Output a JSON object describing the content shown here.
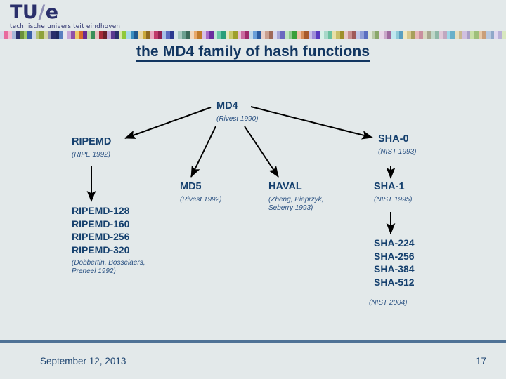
{
  "slide": {
    "background_color": "#e3e9ea",
    "accent_color": "#15406e"
  },
  "logo": {
    "mark_left": "TU",
    "mark_slash": "/",
    "mark_right": "e",
    "subtitle": "technische universiteit eindhoven",
    "color": "#2a2f6b"
  },
  "color_bar": {
    "colors": [
      "#d8d8e8",
      "#e86a9e",
      "#f3bcd2",
      "#a8b8d8",
      "#2a2f6b",
      "#6a8f3a",
      "#9fc96a",
      "#3a5fa8",
      "#cfd8e8",
      "#b7c47a",
      "#8fa23a",
      "#d5d5a8",
      "#8f8fb5",
      "#2a2f6b",
      "#1f2a5e",
      "#5a7fc0",
      "#e8e8f0",
      "#c9a8d8",
      "#8f4fa8",
      "#efc96a",
      "#d86a2a",
      "#6a2a8f",
      "#c0d8a8",
      "#3a8f5a",
      "#e8c0c0",
      "#a82a3a",
      "#6a1f2a",
      "#c0a8d8",
      "#5a3a8f",
      "#2a2f6b",
      "#d8e8a8",
      "#8fc93a",
      "#a8d8e8",
      "#3a8fc0",
      "#1f5a8f",
      "#e8d8a8",
      "#c9a83a",
      "#8f6a1f",
      "#e8a8c0",
      "#c03a6a",
      "#8f1f4f",
      "#a8c0e8",
      "#5a6ac0",
      "#2a3a8f",
      "#d8e8e8",
      "#a8c9c0",
      "#6a9f8f",
      "#3a6a5a",
      "#f0d8c0",
      "#e8a86a",
      "#c07a2a",
      "#d8c0e8",
      "#a86ac9",
      "#6a2f9f",
      "#c0e8d8",
      "#6ac9a8",
      "#2a9f7a",
      "#e8e8c0",
      "#c9c96a",
      "#9f9f2a",
      "#e8c0d8",
      "#c96a9f",
      "#9f2a6a",
      "#c0d8e8",
      "#6a9fd8",
      "#2a5a9f",
      "#e8d0c9",
      "#c99f8f",
      "#9f6a5a",
      "#d8d8f0",
      "#a8a8d8",
      "#6a6ac0",
      "#c0e8c0",
      "#8fc98f",
      "#3a9f3a",
      "#f0c0a8",
      "#d88f5a",
      "#a85a2a",
      "#c9c0e8",
      "#9f8fd8",
      "#5a3ac0",
      "#d8f0e8",
      "#a8d8c9",
      "#6ac09f",
      "#e8e0a8",
      "#c9bf6a",
      "#9f8f2a",
      "#e8c9c9",
      "#c98f8f",
      "#9f5a5a",
      "#c0c9e8",
      "#8f9fd8",
      "#5a6fc0",
      "#e0e8d8",
      "#b9c9a8",
      "#8aa86a",
      "#e8d8e8",
      "#c9a8c9",
      "#9f6a9f",
      "#c0e8f0",
      "#8fc9d8",
      "#5a9fc0",
      "#f0e8c0",
      "#d8c98f",
      "#a89f5a",
      "#e8b8b8",
      "#c98f9f",
      "#d8d8c0",
      "#a8a88f",
      "#c0d8c9",
      "#8fb8a8",
      "#e0c9d8",
      "#c0a8c0",
      "#9fd8e8",
      "#6ab0c9",
      "#e8dfc0",
      "#c9b88f",
      "#d0c0e0",
      "#a89fc9",
      "#c9e0a8",
      "#9fc07a",
      "#e8c9a8",
      "#c99f7a",
      "#b8c9e0",
      "#8fa8c9",
      "#e0d8f0",
      "#b8b0d8",
      "#d8e8c0"
    ]
  },
  "title": {
    "text": "the MD4 family of hash functions"
  },
  "diagram": {
    "nodes": [
      {
        "id": "md4",
        "name": "MD4",
        "cite": "(Rivest 1990)"
      },
      {
        "id": "ripemd",
        "name": "RIPEMD",
        "cite": "(RIPE 1992)"
      },
      {
        "id": "sha0",
        "name": "SHA-0",
        "cite": "(NIST 1993)"
      },
      {
        "id": "md5",
        "name": "MD5",
        "cite": "(Rivest 1992)"
      },
      {
        "id": "haval",
        "name": "HAVAL",
        "cite": "(Zheng, Pieprzyk, Seberry 1993)"
      },
      {
        "id": "sha1",
        "name": "SHA-1",
        "cite": "(NIST 1995)"
      }
    ],
    "md4": {
      "name": "MD4",
      "cite": "(Rivest 1990)"
    },
    "ripemd": {
      "name": "RIPEMD",
      "cite": "(RIPE 1992)"
    },
    "sha0": {
      "name": "SHA-0",
      "cite": "(NIST 1993)"
    },
    "md5": {
      "name": "MD5",
      "cite": "(Rivest 1992)"
    },
    "haval": {
      "name": "HAVAL",
      "cite_line1": "(Zheng, Pieprzyk,",
      "cite_line2": "Seberry 1993)"
    },
    "sha1": {
      "name": "SHA-1",
      "cite": "(NIST 1995)"
    },
    "ripemd_family": {
      "names": [
        "RIPEMD-128",
        "RIPEMD-160",
        "RIPEMD-256",
        "RIPEMD-320"
      ],
      "cite_line1": "(Dobbertin, Bosselaers,",
      "cite_line2": "Preneel 1992)"
    },
    "sha2_family": {
      "names": [
        "SHA-224",
        "SHA-256",
        "SHA-384",
        "SHA-512"
      ],
      "cite": "(NIST 2004)"
    },
    "edges": [
      {
        "from": "md4",
        "to": "ripemd"
      },
      {
        "from": "md4",
        "to": "sha0"
      },
      {
        "from": "md4",
        "to": "md5"
      },
      {
        "from": "md4",
        "to": "haval"
      },
      {
        "from": "ripemd",
        "to": "ripemd_family"
      },
      {
        "from": "sha0",
        "to": "sha1"
      },
      {
        "from": "sha1",
        "to": "sha2_family"
      }
    ]
  },
  "footer": {
    "date": "September 12, 2013",
    "page_number": "17",
    "rule_color": "#4f7296"
  }
}
